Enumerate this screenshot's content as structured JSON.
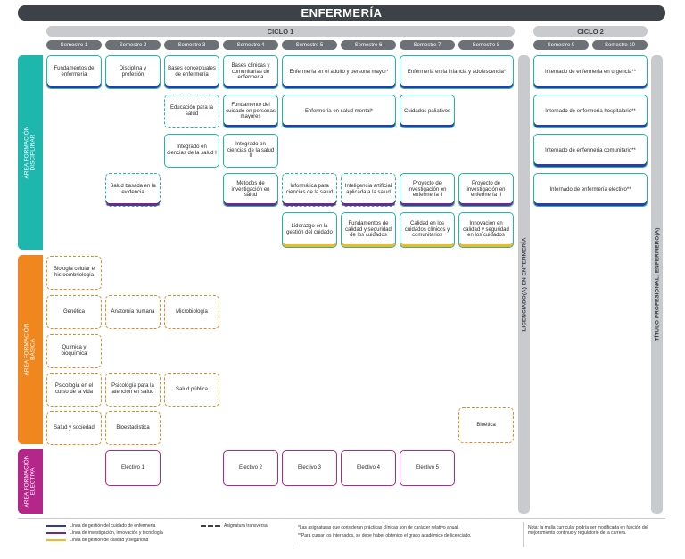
{
  "title": "ENFERMERÍA",
  "cycles": [
    "CICLO 1",
    "CICLO 2"
  ],
  "semesters": [
    "Semestre 1",
    "Semestre 2",
    "Semestre 3",
    "Semestre 4",
    "Semestre 5",
    "Semestre 6",
    "Semestre 7",
    "Semestre 8",
    "Semestre 9",
    "Semestre 10"
  ],
  "areas": {
    "disciplinar": [
      "ÁREA FORMACIÓN",
      "DISCIPLINAR"
    ],
    "basica": [
      "ÁREA FORMACIÓN",
      "BÁSICA"
    ],
    "electiva": [
      "ÁREA FORMACIÓN",
      "ELECTIVA"
    ]
  },
  "vertical_labels": {
    "licenciatura": "LICENCIADO(A) EN ENFERMERÍA",
    "titulo": "TÍTULO PROFESIONAL: ENFERMERO(A)"
  },
  "courses": {
    "fundamentos": "Fundamentos de enfermería",
    "disciplina": "Disciplina y profesión",
    "bases_conceptuales": "Bases conceptuales de enfermería",
    "bases_clinicas": "Bases clínicas y comunitarias de enfermería",
    "adulto_mayor": "Enfermería en el adulto y persona mayor*",
    "infancia": "Enfermería en la infancia y adolescencia*",
    "urgencia": "Internado de enfermería en urgencia**",
    "educacion": "Educación para la salud",
    "fundamento_cuidado": "Fundamento del cuidado en personas mayores",
    "salud_mental": "Enfermería en salud mental*",
    "paliativos": "Cuidados paliativos",
    "hospitalario": "Internado de enfermería hospitalario**",
    "integrado1": "Integrado en ciencias de la salud I",
    "integrado2": "Integrado en ciencias de la salud II",
    "comunitario": "Internado de enfermería comunitario**",
    "salud_basada": "Salud basada en la evidencia",
    "metodos": "Métodos de investigación en salud",
    "informatica": "Informática para ciencias de la salud",
    "ia": "Inteligencia artificial aplicada a la salud",
    "proyecto1": "Proyecto de investigación en enfermería I",
    "proyecto2": "Proyecto de investigación en enfermería II",
    "electivo_int": "Internado de enfermería electivo**",
    "liderazgo": "Liderazgo en la gestión del cuidado",
    "fundamentos_calidad": "Fundamentos de calidad y seguridad de los cuidados",
    "calidad_cuidados": "Calidad en los cuidados clínicos y comunitarios",
    "innovacion": "Innovación en calidad y seguridad en los cuidados",
    "biologia": "Biología celular e histoembriología",
    "genetica": "Genética",
    "anatomia": "Anatomía humana",
    "microbiologia": "Microbiología",
    "quimica": "Química y bioquímica",
    "psicologia_vida": "Psicología en el curso de la vida",
    "psicologia_atencion": "Psicología para la atención en salud",
    "salud_publica": "Salud pública",
    "salud_sociedad": "Salud y sociedad",
    "bioestadistica": "Bioestadística",
    "bioetica": "Bioética",
    "electivo1": "Electivo 1",
    "electivo2": "Electivo 2",
    "electivo3": "Electivo 3",
    "electivo4": "Electivo 4",
    "electivo5": "Electivo 5"
  },
  "legend": {
    "line1": "Línea de gestión del cuidado de enfermería",
    "line2": "Línea de investigación, innovación y tecnología",
    "line3": "Línea de gestión de calidad y seguridad",
    "transversal": "Asignatura transversal",
    "note1": "*Las asignaturas que consideran prácticas clínicas son de carácter relativo anual.",
    "note2": "**Para cursar los internados, se debe haber obtenido el grado académico de licenciado.",
    "nota_label": "Nota:",
    "nota_text": "la malla curricular podría ser modificada en función del mejoramiento continuo y regulatorio de la carrera."
  },
  "colors": {
    "disciplinar": "#1db7ad",
    "basica": "#f0861e",
    "electiva": "#b4268a",
    "line_cuidado": "#2f3b9f",
    "line_investigacion": "#6b2a8c",
    "line_calidad": "#f5b81f"
  }
}
